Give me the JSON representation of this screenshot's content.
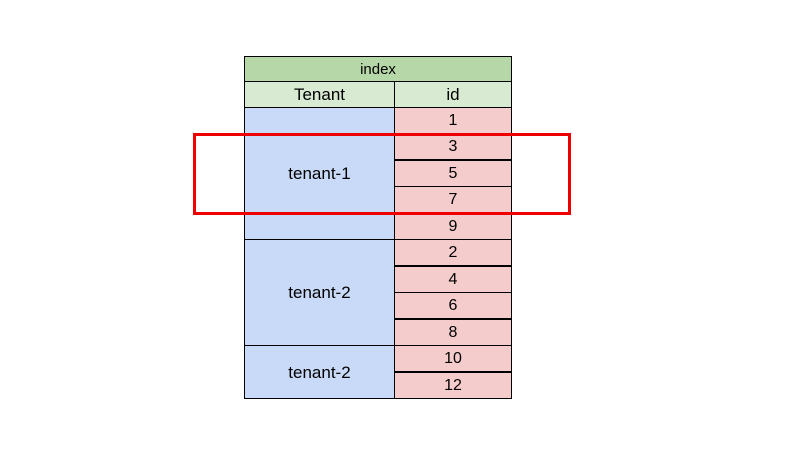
{
  "table": {
    "title": "index",
    "columns": [
      "Tenant",
      "id"
    ],
    "tenant_groups": [
      {
        "name": "tenant-1",
        "ids": [
          "1",
          "3",
          "5",
          "7",
          "9"
        ]
      },
      {
        "name": "tenant-2",
        "ids": [
          "2",
          "4",
          "6",
          "8"
        ]
      },
      {
        "name": "tenant-2",
        "ids": [
          "10",
          "12"
        ]
      }
    ]
  },
  "colors": {
    "index_header": "#b6d7a8",
    "column_header": "#d9ead3",
    "tenant_cell": "#c9daf8",
    "id_cell": "#f4cccc",
    "highlight_border": "#ee0000"
  },
  "highlight": {
    "group": "tenant-1",
    "ids": [
      "3",
      "5",
      "7"
    ]
  }
}
